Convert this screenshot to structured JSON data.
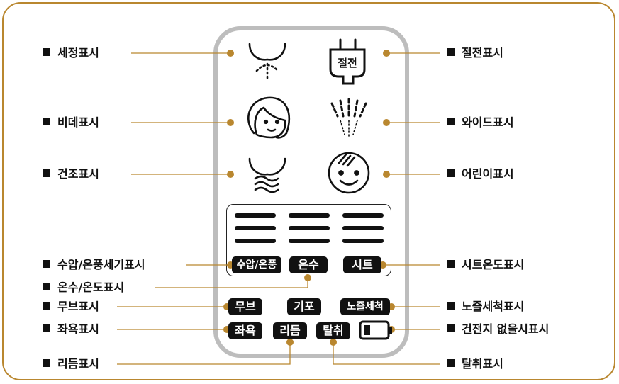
{
  "left_labels": {
    "wash": "세정표시",
    "bidet": "비데표시",
    "dry": "건조표시",
    "pressure": "수압/온풍세기표시",
    "temp": "온수/온도표시",
    "move": "무브표시",
    "seat": "좌욕표시",
    "rhythm": "리듬표시"
  },
  "right_labels": {
    "power_save": "절전표시",
    "wide": "와이드표시",
    "child": "어린이표시",
    "seat_temp": "시트온도표시",
    "nozzle_clean": "노즐세척표시",
    "battery": "건전지 없을시표시",
    "deodorize": "탈취표시"
  },
  "panel": {
    "plug_text": "절전",
    "btn_pressure": "수압/온풍",
    "btn_water": "온수",
    "btn_seat": "시트",
    "btn_move": "무브",
    "btn_gipo": "기포",
    "btn_nozzle": "노즐세척",
    "btn_seat_bath": "좌욕",
    "btn_rhythm": "리듬",
    "btn_deodorize": "탈취"
  },
  "colors": {
    "accent": "#b9872f",
    "panel_border": "#bdbdbd",
    "badge_bg": "#111111"
  }
}
